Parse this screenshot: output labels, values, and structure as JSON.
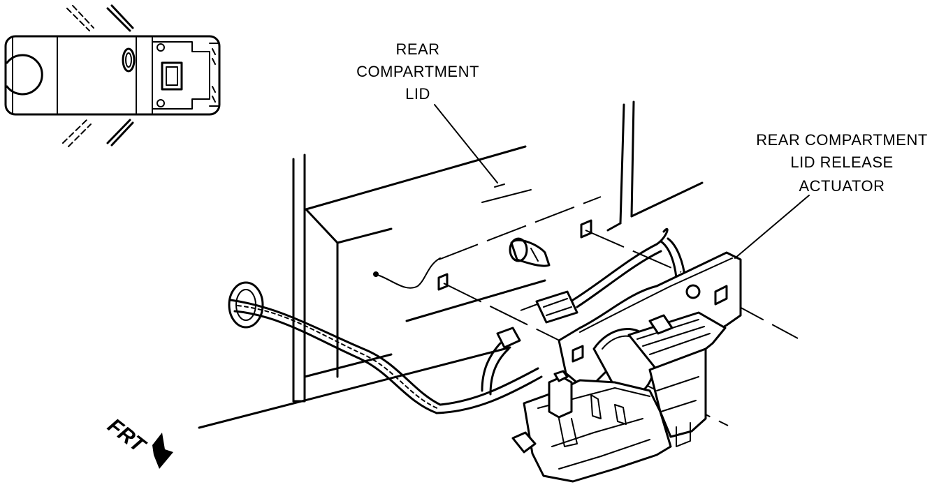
{
  "labels": {
    "lid": [
      "REAR",
      "COMPARTMENT",
      "LID"
    ],
    "actuator": [
      "REAR COMPARTMENT",
      "LID RELEASE",
      "ACTUATOR"
    ],
    "front": "FRT"
  },
  "icons": {
    "vehicle_locator": "vehicle-top-view-icon",
    "front_arrow": "front-direction-arrow-icon"
  }
}
